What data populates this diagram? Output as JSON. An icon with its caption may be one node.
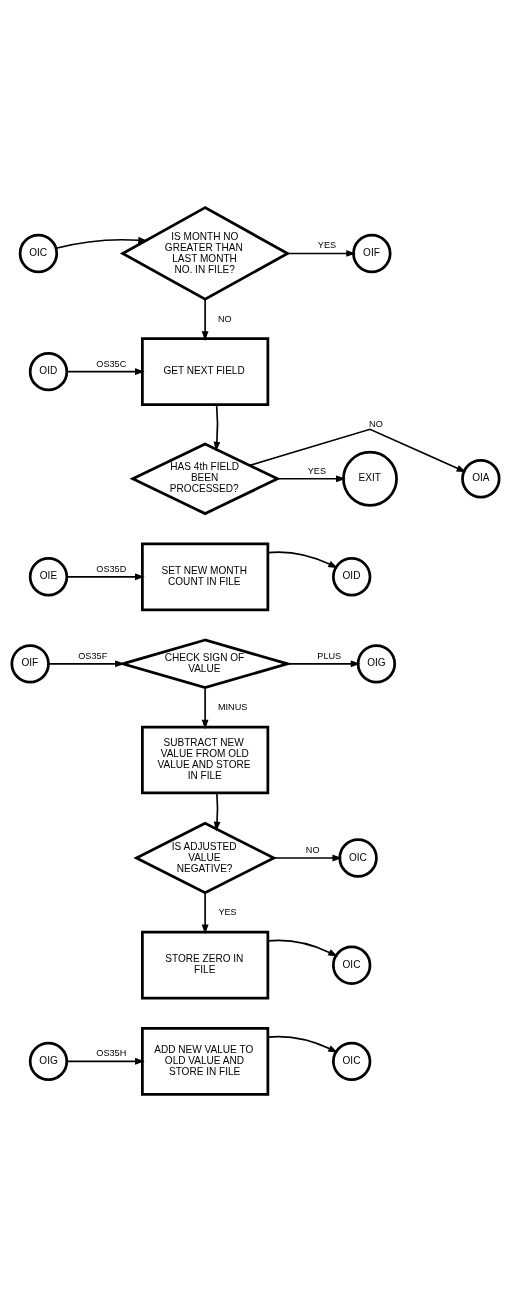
{
  "diagram": {
    "nodes": [
      {
        "text": [
          "OIC"
        ]
      },
      {
        "text": [
          "IS MONTH NO GREATER THAN LAST MONTH NO. IN FILE?"
        ]
      },
      {
        "text": [
          "OIF"
        ]
      },
      {
        "text": [
          "OID"
        ]
      },
      {
        "text": [
          "GET NEXT FIELD"
        ]
      },
      {
        "text": [
          "HAS 4th FIELD BEEN PROCESSED?"
        ]
      },
      {
        "text": [
          "EXIT"
        ]
      },
      {
        "text": [
          "OIA"
        ]
      },
      {
        "text": [
          "OIE"
        ]
      },
      {
        "text": [
          "SET NEW MONTH COUNT IN FILE"
        ]
      },
      {
        "text": [
          "OID"
        ]
      },
      {
        "text": [
          "OIF"
        ]
      },
      {
        "text": [
          "CHECK SIGN OF VALUE"
        ]
      },
      {
        "text": [
          "OIG"
        ]
      },
      {
        "text": [
          "SUBTRACT NEW VALUE FROM OLD VALUE AND STORE IN FILE"
        ]
      },
      {
        "text": [
          "IS ADJUSTED VALUE NEGATIVE?"
        ]
      },
      {
        "text": [
          "OIC"
        ]
      },
      {
        "text": [
          "STORE ZERO IN FILE"
        ]
      },
      {
        "text": [
          "OIC"
        ]
      },
      {
        "text": [
          "OIG"
        ]
      },
      {
        "text": [
          "ADD NEW VALUE TO OLD VALUE AND STORE IN FILE"
        ]
      },
      {
        "text": [
          "OIC"
        ]
      }
    ],
    "edges": [
      {
        "from": 0,
        "to": 1,
        "arrow": "to"
      },
      {
        "from": 1,
        "to": 2,
        "arrow": "to",
        "label": "YES"
      },
      {
        "from": 1,
        "to": 4,
        "arrow": "to",
        "label": "NO"
      },
      {
        "from": 3,
        "to": 4,
        "arrow": "to",
        "label": "OS35C"
      },
      {
        "from": 4,
        "to": 5,
        "arrow": "to"
      },
      {
        "from": 5,
        "to": 6,
        "arrow": "to",
        "label": "YES"
      },
      {
        "from": 5,
        "to": 7,
        "arrow": "to",
        "label": "NO"
      },
      {
        "from": 8,
        "to": 9,
        "arrow": "to",
        "label": "OS35D"
      },
      {
        "from": 9,
        "to": 10,
        "arrow": "to"
      },
      {
        "from": 11,
        "to": 12,
        "arrow": "to",
        "label": "OS35F"
      },
      {
        "from": 12,
        "to": 13,
        "arrow": "to",
        "label": "PLUS"
      },
      {
        "from": 12,
        "to": 14,
        "arrow": "to",
        "label": "MINUS"
      },
      {
        "from": 14,
        "to": 15,
        "arrow": "to"
      },
      {
        "from": 15,
        "to": 16,
        "arrow": "to",
        "label": "NO"
      },
      {
        "from": 15,
        "to": 17,
        "arrow": "to",
        "label": "YES"
      },
      {
        "from": 17,
        "to": 18,
        "arrow": "to"
      },
      {
        "from": 19,
        "to": 20,
        "arrow": "to",
        "label": "OS35H"
      },
      {
        "from": 20,
        "to": 21,
        "arrow": "to"
      }
    ]
  }
}
